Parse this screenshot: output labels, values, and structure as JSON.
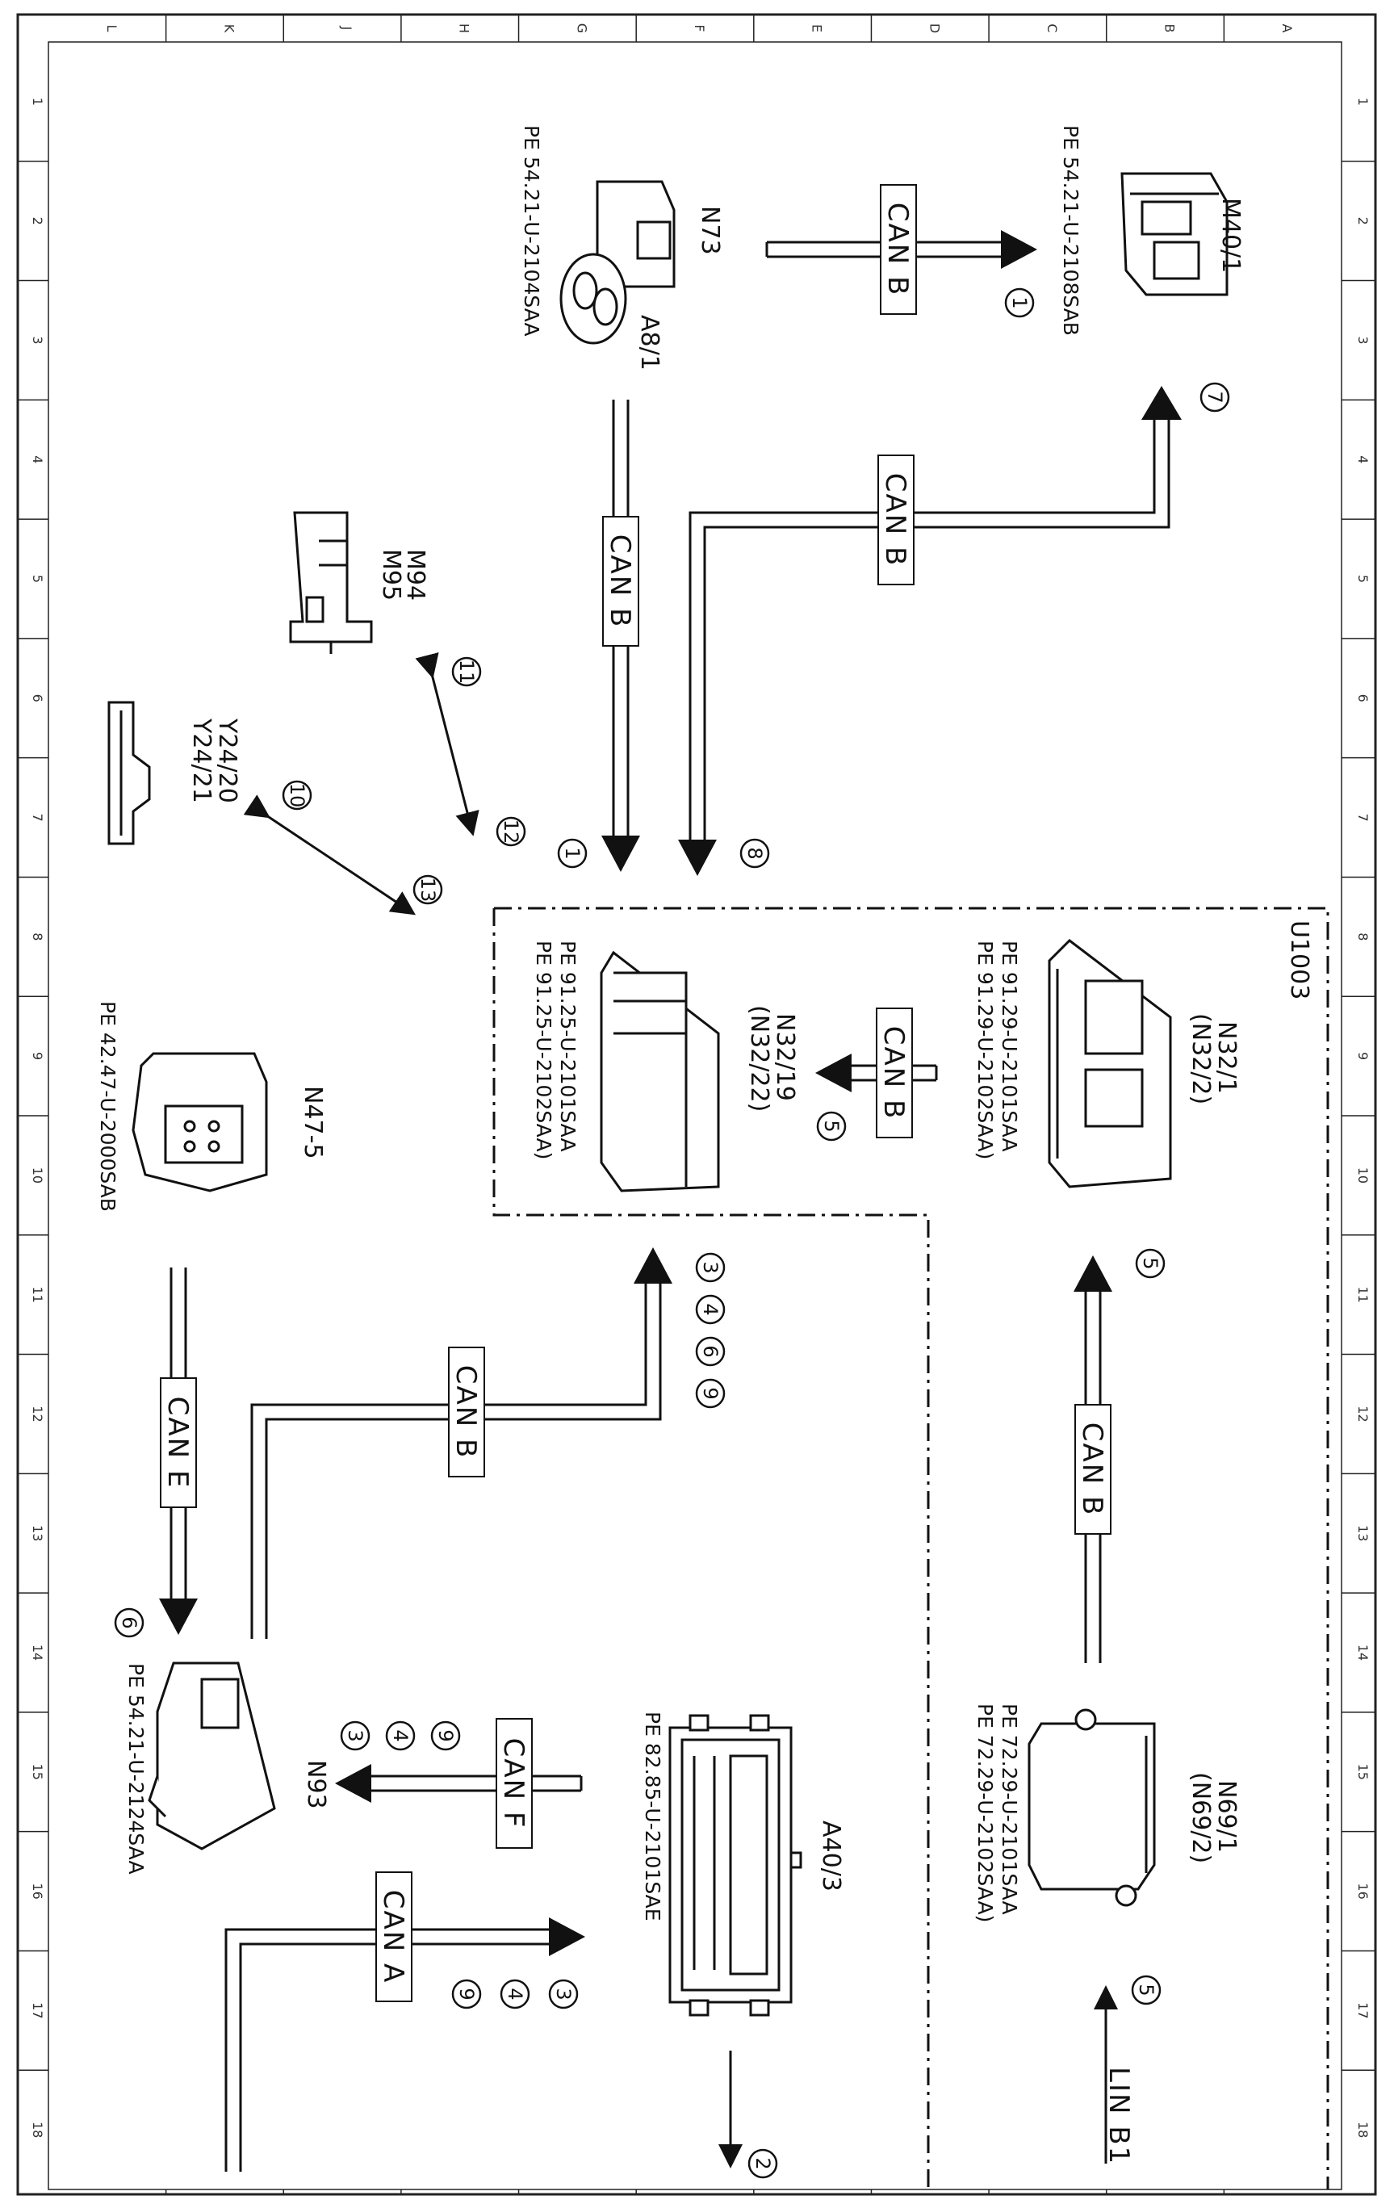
{
  "grid": {
    "columns": [
      "L",
      "K",
      "J",
      "H",
      "G",
      "F",
      "E",
      "D",
      "C",
      "B",
      "A"
    ],
    "rows": [
      "1",
      "2",
      "3",
      "4",
      "5",
      "6",
      "7",
      "8",
      "9",
      "10",
      "11",
      "12",
      "13",
      "14",
      "15",
      "16",
      "17",
      "18"
    ]
  },
  "zone_label": "U1003",
  "components": {
    "m40_1": "M40/1",
    "n73": "N73",
    "a8_1": "A8/1",
    "m94": "M94",
    "m95": "M95",
    "y24_20": "Y24/20",
    "y24_21": "Y24/21",
    "n32_1": "N32/1",
    "n32_2": "(N32/2)",
    "n32_19": "N32/19",
    "n32_22": "(N32/22)",
    "n47_5": "N47-5",
    "n93": "N93",
    "a40_3": "A40/3",
    "n69_1": "N69/1",
    "n69_2": "(N69/2)"
  },
  "references": {
    "m40_1": "PE  54.21-U-2108SAB",
    "n73": "PE  54.21-U-2104SAA",
    "n32_1_a": "PE  91.29-U-2101SAA",
    "n32_1_b": "PE  91.29-U-2102SAA)",
    "n32_19_a": "PE  91.25-U-2101SAA",
    "n32_19_b": "PE  91.25-U-2102SAA)",
    "n47_5": "PE  42.47-U-2000SAB",
    "n93": "PE  54.21-U-2124SAA",
    "a40_3": "PE  82.85-U-2101SAE",
    "n69_1_a": "PE  72.29-U-2101SAA",
    "n69_1_b": "PE  72.29-U-2102SAA)"
  },
  "bus_labels": {
    "can_b": "CAN B",
    "can_e": "CAN E",
    "can_f": "CAN F",
    "can_a": "CAN A",
    "lin_b1": "LIN B1"
  },
  "callouts": [
    "1",
    "2",
    "3",
    "4",
    "5",
    "6",
    "7",
    "8",
    "9",
    "10",
    "11",
    "12",
    "13"
  ],
  "colors": {
    "ink": "#111111",
    "bus_fill": "#ffffff",
    "border": "#222222"
  }
}
